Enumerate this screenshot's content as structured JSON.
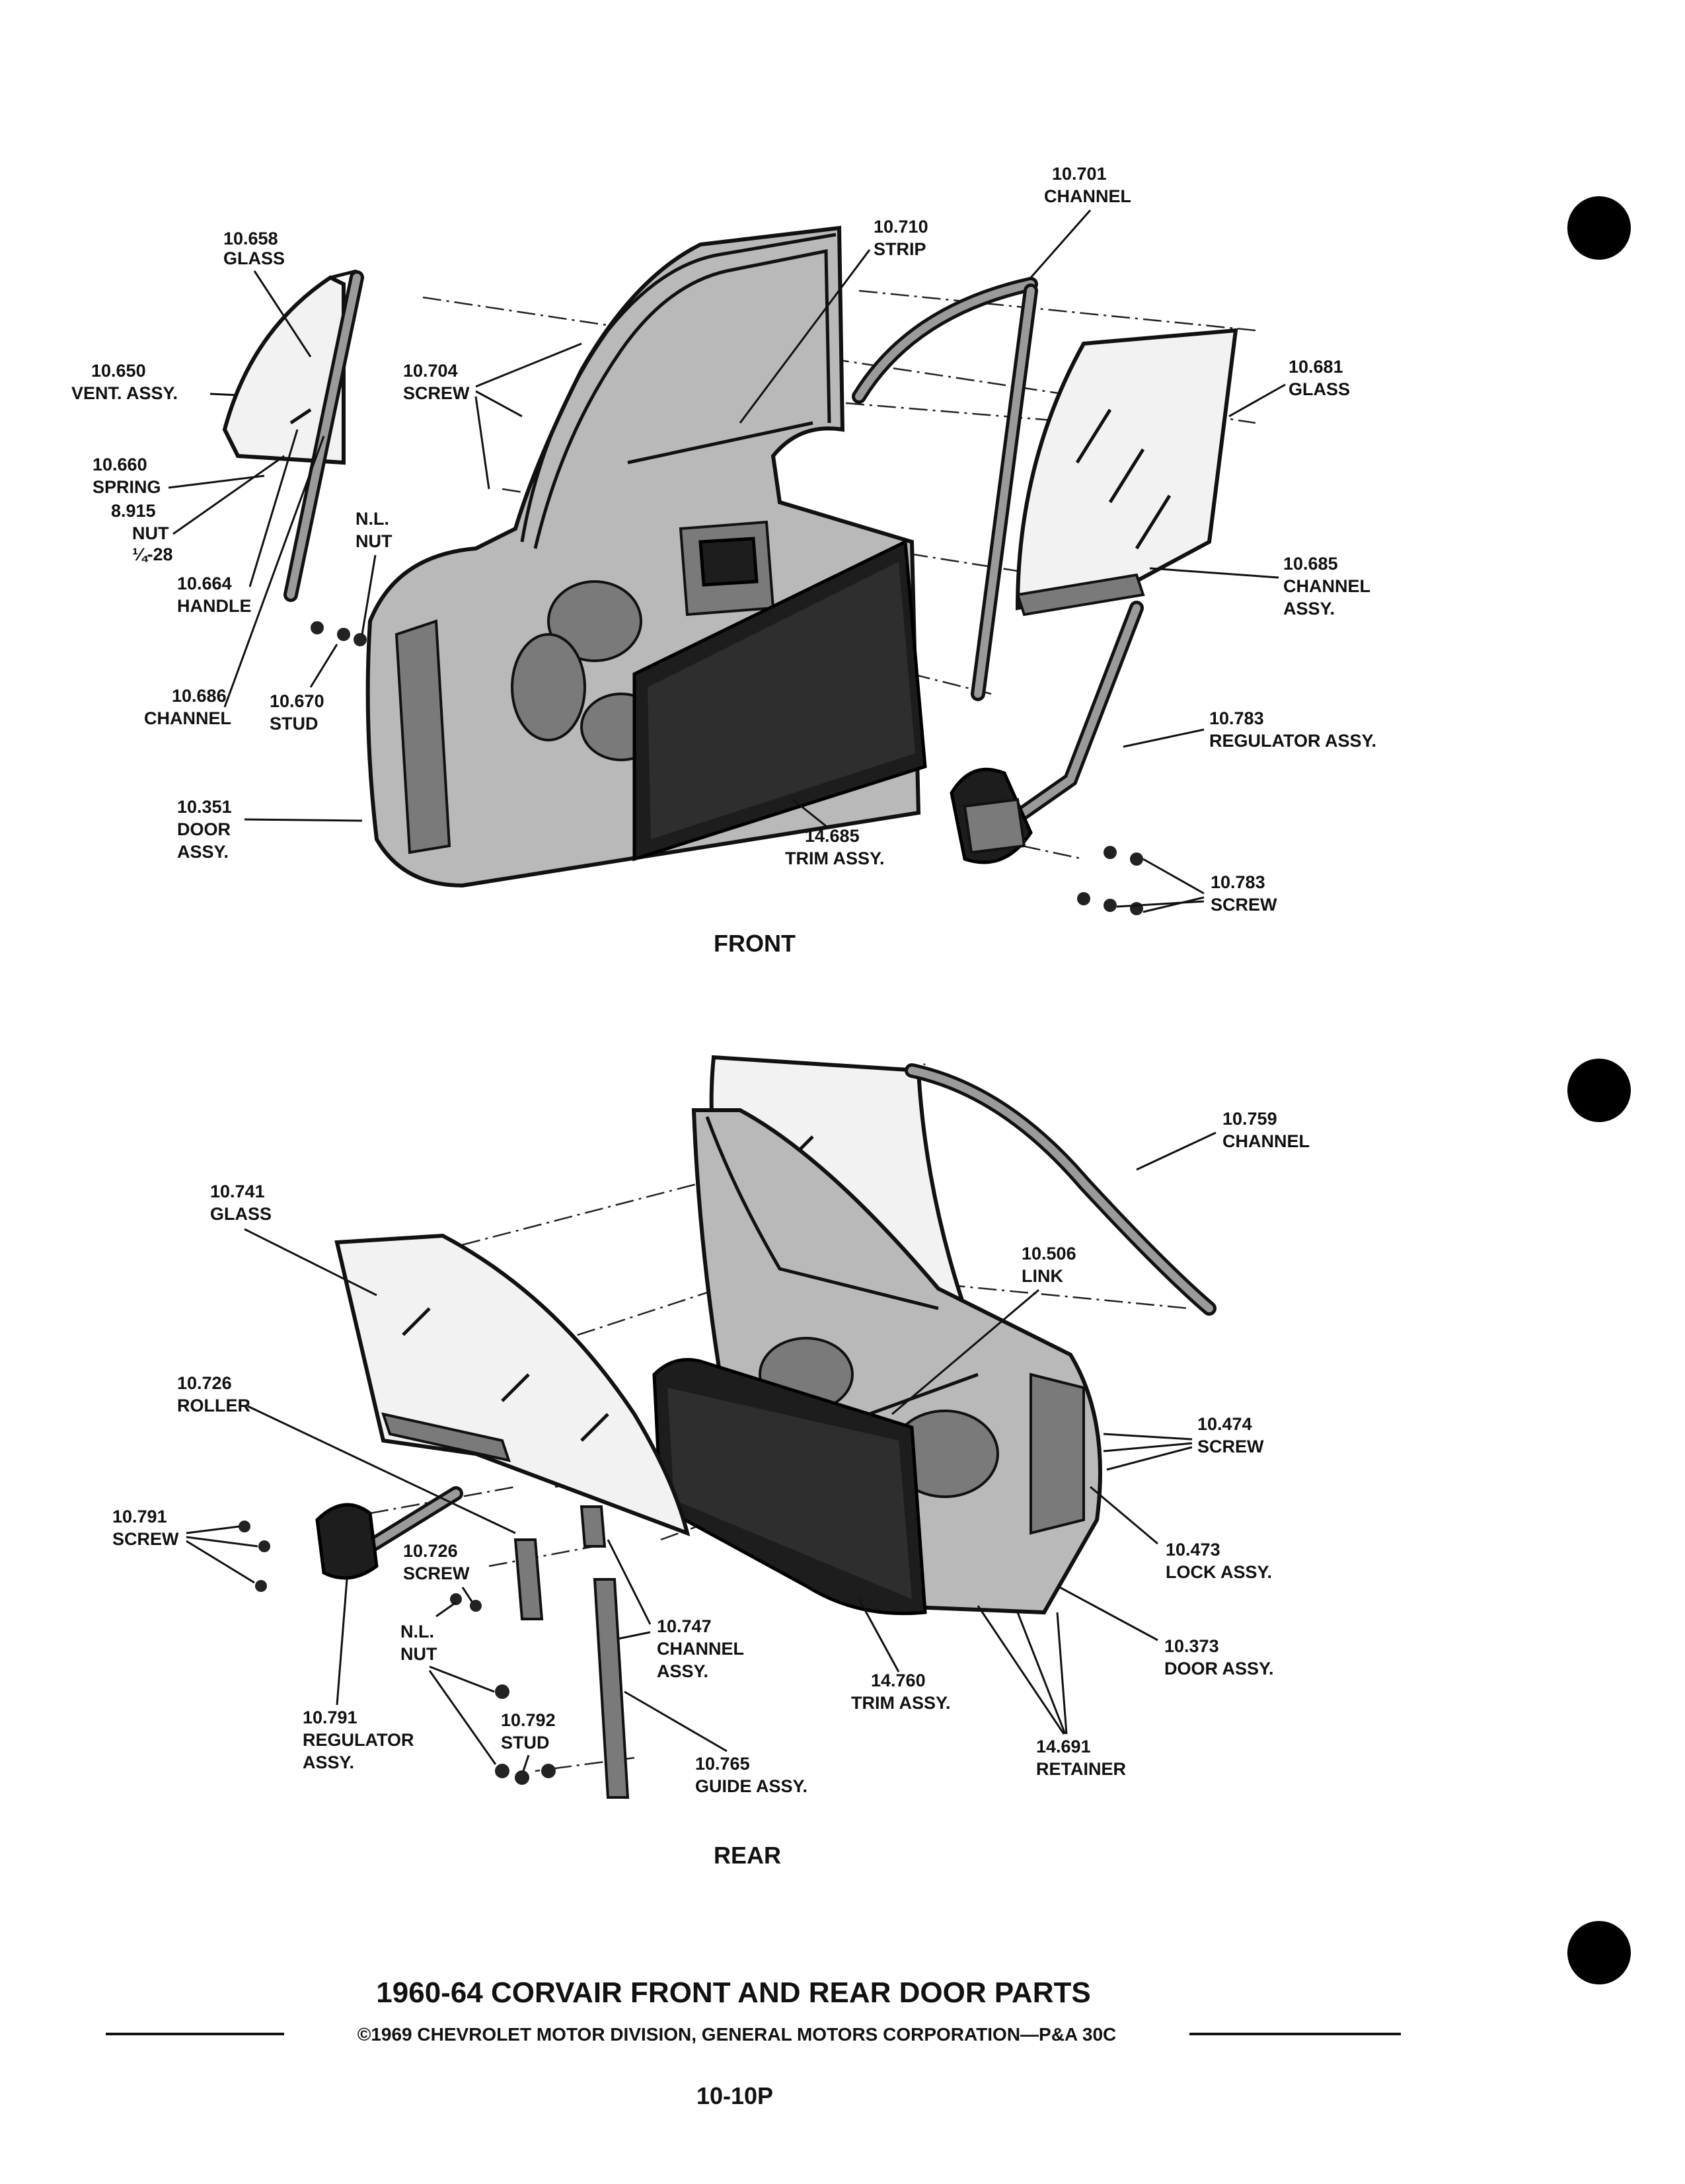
{
  "front_section": {
    "caption": "FRONT",
    "callouts": [
      {
        "id": "10-658",
        "number": "10.658",
        "name": "GLASS"
      },
      {
        "id": "10-650",
        "number": "10.650",
        "name": "VENT. ASSY."
      },
      {
        "id": "10-660",
        "number": "10.660",
        "name": "SPRING"
      },
      {
        "id": "8-915",
        "number": "8.915",
        "name": "NUT",
        "extra": "¼-28"
      },
      {
        "id": "10-664",
        "number": "10.664",
        "name": "HANDLE"
      },
      {
        "id": "10-686",
        "number": "10.686",
        "name": "CHANNEL"
      },
      {
        "id": "10-670",
        "number": "10.670",
        "name": "STUD"
      },
      {
        "id": "10-351",
        "number": "10.351",
        "name": "DOOR",
        "extra": "ASSY."
      },
      {
        "id": "nl-nut-front",
        "number": "N.L.",
        "name": "NUT"
      },
      {
        "id": "10-704",
        "number": "10.704",
        "name": "SCREW"
      },
      {
        "id": "10-710",
        "number": "10.710",
        "name": "STRIP"
      },
      {
        "id": "10-701",
        "number": "10.701",
        "name": "CHANNEL"
      },
      {
        "id": "10-681",
        "number": "10.681",
        "name": "GLASS"
      },
      {
        "id": "10-685",
        "number": "10.685",
        "name": "CHANNEL",
        "extra": "ASSY."
      },
      {
        "id": "10-783-reg",
        "number": "10.783",
        "name": "REGULATOR ASSY."
      },
      {
        "id": "10-783-screw",
        "number": "10.783",
        "name": "SCREW"
      },
      {
        "id": "14-685",
        "number": "14.685",
        "name": "TRIM ASSY."
      }
    ]
  },
  "rear_section": {
    "caption": "REAR",
    "callouts": [
      {
        "id": "10-741",
        "number": "10.741",
        "name": "GLASS"
      },
      {
        "id": "10-726-roller",
        "number": "10.726",
        "name": "ROLLER"
      },
      {
        "id": "10-791-screw",
        "number": "10.791",
        "name": "SCREW"
      },
      {
        "id": "10-726-screw",
        "number": "10.726",
        "name": "SCREW"
      },
      {
        "id": "nl-nut-rear",
        "number": "N.L.",
        "name": "NUT"
      },
      {
        "id": "10-791-reg",
        "number": "10.791",
        "name": "REGULATOR",
        "extra": "ASSY."
      },
      {
        "id": "10-792",
        "number": "10.792",
        "name": "STUD"
      },
      {
        "id": "10-747",
        "number": "10.747",
        "name": "CHANNEL",
        "extra": "ASSY."
      },
      {
        "id": "10-765",
        "number": "10.765",
        "name": "GUIDE ASSY."
      },
      {
        "id": "14-760",
        "number": "14.760",
        "name": "TRIM ASSY."
      },
      {
        "id": "14-691",
        "number": "14.691",
        "name": "RETAINER"
      },
      {
        "id": "10-759",
        "number": "10.759",
        "name": "CHANNEL"
      },
      {
        "id": "10-506",
        "number": "10.506",
        "name": "LINK"
      },
      {
        "id": "10-474",
        "number": "10.474",
        "name": "SCREW"
      },
      {
        "id": "10-473",
        "number": "10.473",
        "name": "LOCK ASSY."
      },
      {
        "id": "10-373",
        "number": "10.373",
        "name": "DOOR ASSY."
      }
    ]
  },
  "footer": {
    "title": "1960-64 CORVAIR FRONT AND REAR DOOR PARTS",
    "copyright": "©1969 CHEVROLET MOTOR DIVISION, GENERAL MOTORS CORPORATION—P&A 30C",
    "page_number": "10-10P"
  }
}
